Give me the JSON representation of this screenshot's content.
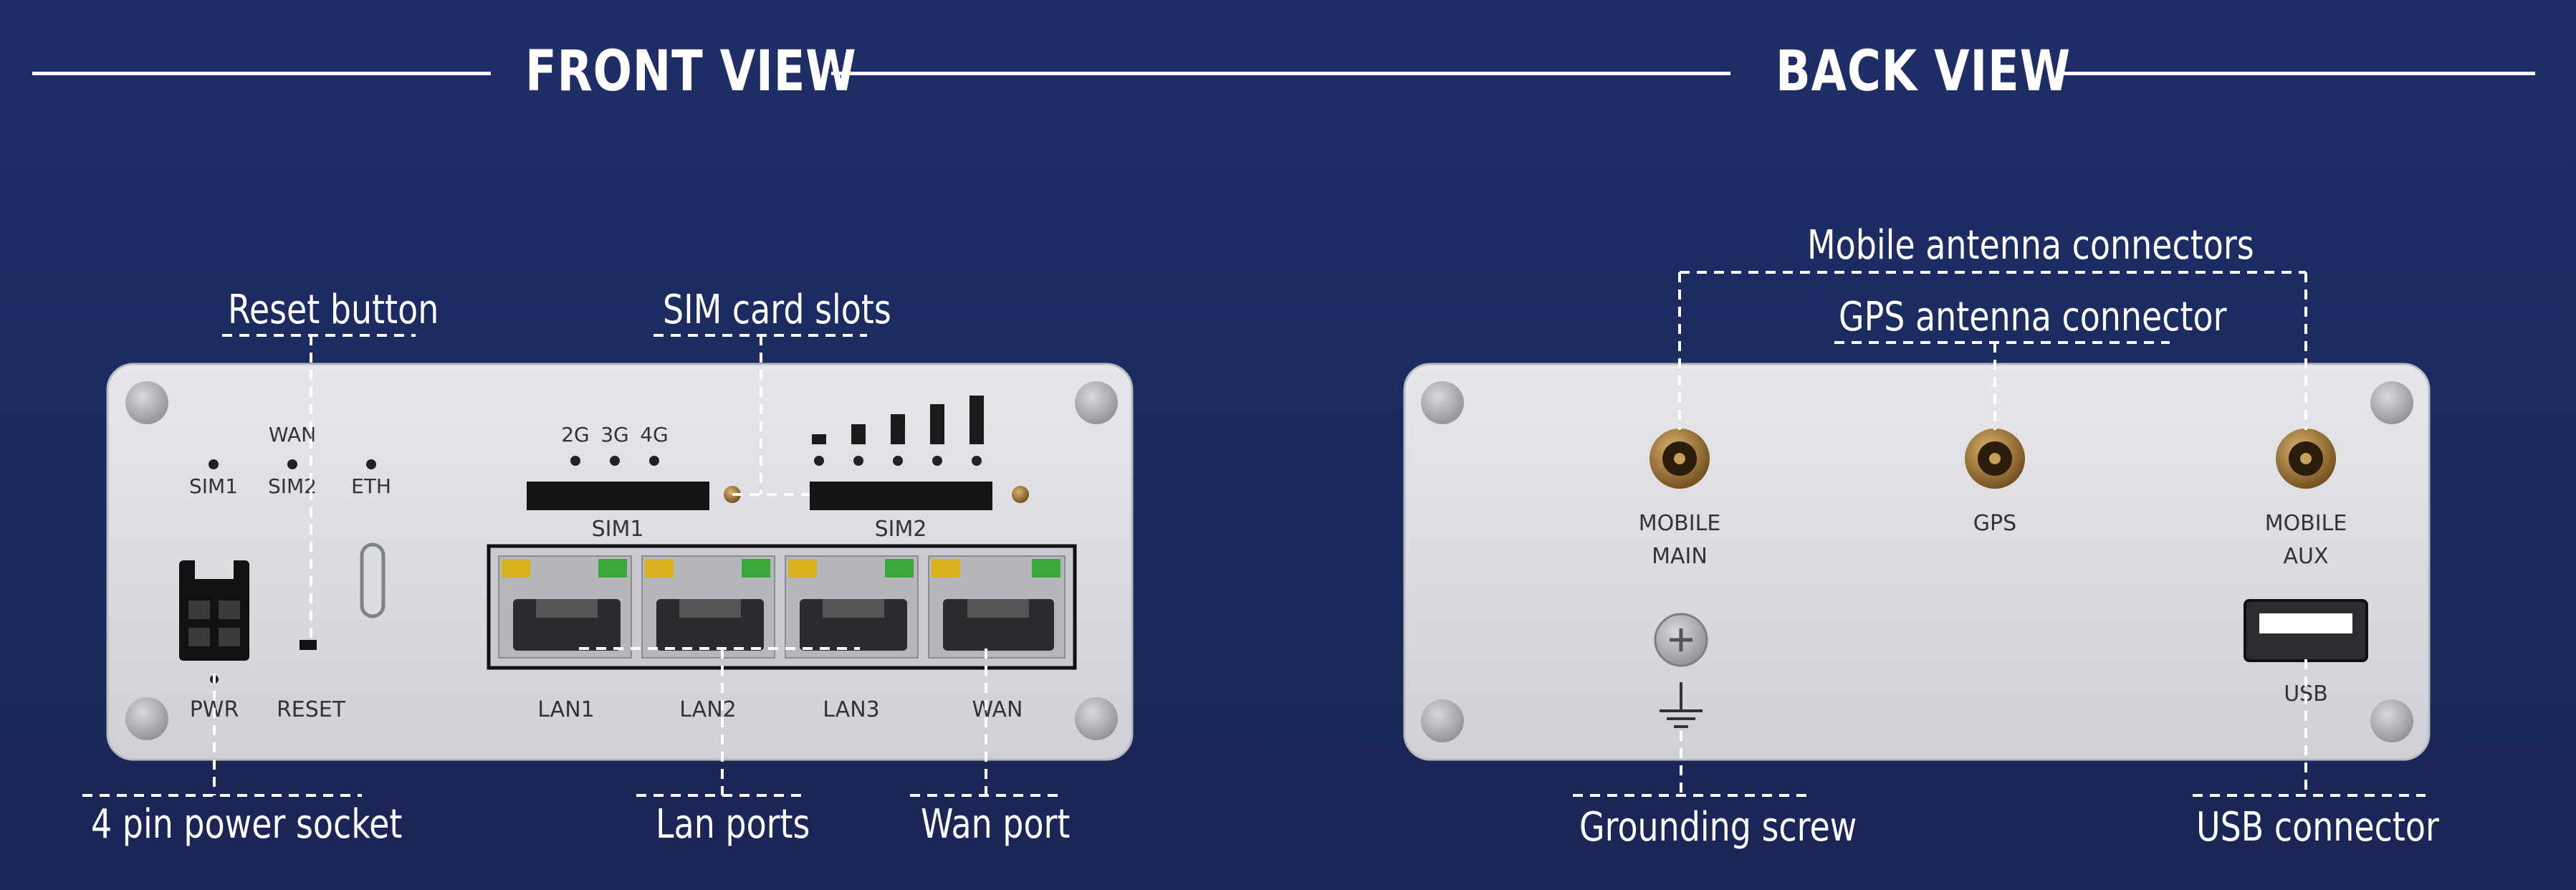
{
  "titles": {
    "front": "FRONT VIEW",
    "back": "BACK VIEW"
  },
  "front_panel": {
    "sim1_led": "SIM1",
    "sim2_led": "SIM2",
    "wan_led": "WAN",
    "eth_led": "ETH",
    "gen_2g": "2G",
    "gen_3g": "3G",
    "gen_4g": "4G",
    "sim1_slot": "SIM1",
    "sim2_slot": "SIM2",
    "pwr": "PWR",
    "reset": "RESET",
    "lan1": "LAN1",
    "lan2": "LAN2",
    "lan3": "LAN3",
    "wan": "WAN"
  },
  "back_panel": {
    "mobile_main_1": "MOBILE",
    "mobile_main_2": "MAIN",
    "gps": "GPS",
    "mobile_aux_1": "MOBILE",
    "mobile_aux_2": "AUX",
    "usb": "USB"
  },
  "callouts": {
    "reset_button": "Reset button",
    "sim_card_slots": "SIM card slots",
    "power_socket": "4 pin power socket",
    "lan_ports": "Lan ports",
    "wan_port": "Wan port",
    "mobile_antenna": "Mobile antenna connectors",
    "gps_antenna": "GPS antenna connector",
    "grounding_screw": "Grounding screw",
    "usb_connector": "USB connector"
  },
  "colors": {
    "background": "#1d2b61",
    "panel": "#dcdde1",
    "text": "#ffffff",
    "port_led_green": "#3aa83a",
    "port_led_amber": "#d8b21c"
  }
}
